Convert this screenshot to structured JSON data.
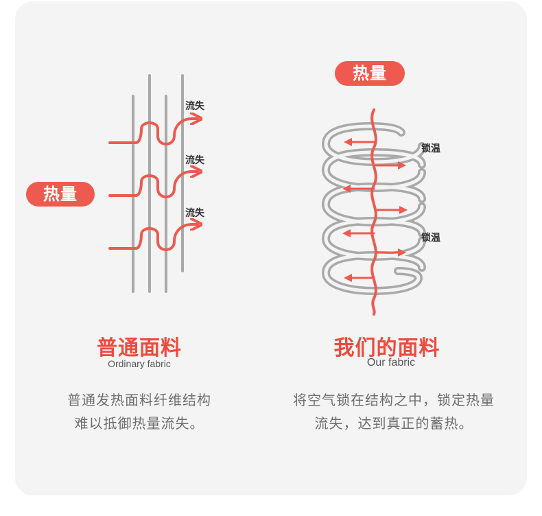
{
  "left": {
    "heat_label": "热量",
    "loss_labels": [
      "流失",
      "流失",
      "流失"
    ],
    "title": "普通面料",
    "subtitle": "Ordinary fabric",
    "desc_line1": "普通发热面料纤维结构",
    "desc_line2": "难以抵御热量流失。"
  },
  "right": {
    "heat_label": "热量",
    "lock_labels": [
      "锁温",
      "锁温"
    ],
    "title": "我们的面料",
    "subtitle": "Our fabric",
    "desc_line1": "将空气锁在结构之中，锁定热量",
    "desc_line2": "流失，达到真正的蓄热。"
  },
  "colors": {
    "accent": "#ee5a4f",
    "fiber_gray": "#a9a9a9",
    "card_bg": "#f5f4f4"
  }
}
